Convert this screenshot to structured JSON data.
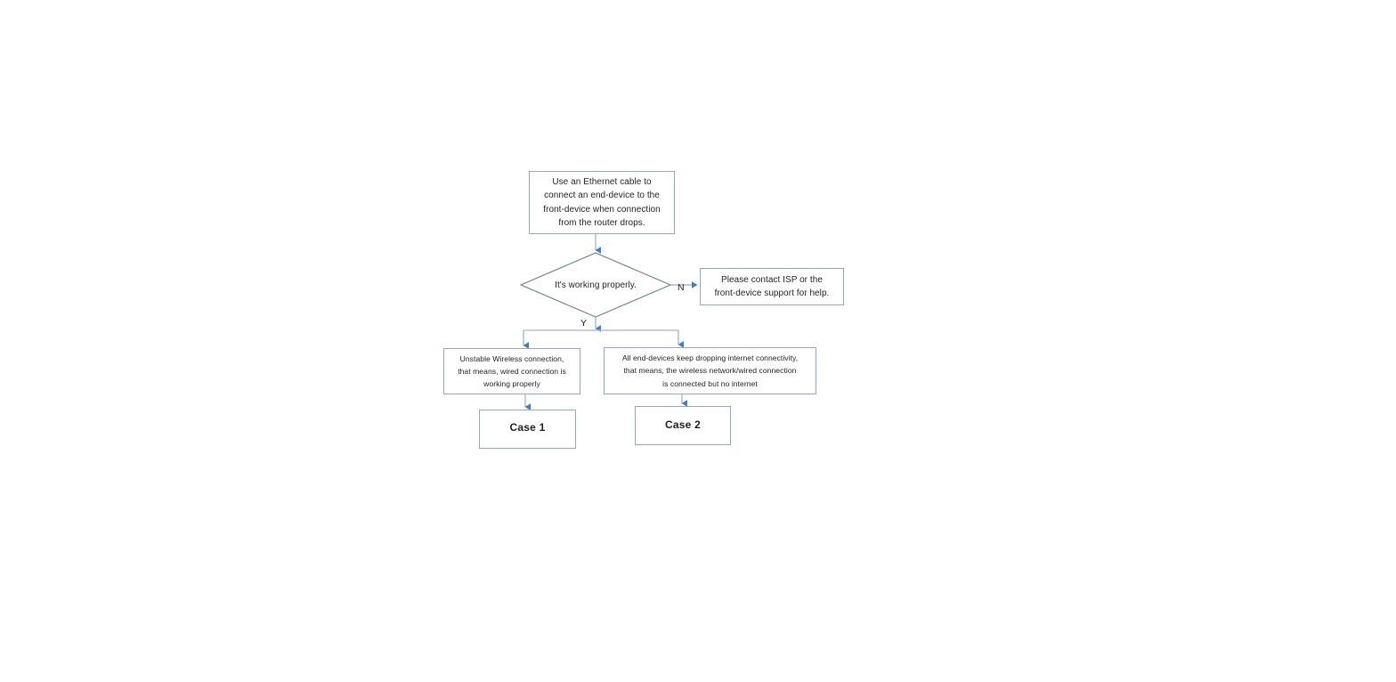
{
  "diagram": {
    "title": "Ethernet connection troubleshooting flowchart",
    "type": "flowchart",
    "colors": {
      "box_border": "#93a9bd",
      "connector": "#6f94b5",
      "arrow_fill": "#3f7fc1",
      "text": "#231f20",
      "background": "#ffffff"
    },
    "nodes": [
      {
        "id": "start",
        "shape": "rectangle",
        "text": "Use an Ethernet cable to\nconnect an end-device to the\nfront-device when connection\nfrom the router drops."
      },
      {
        "id": "decision",
        "shape": "diamond",
        "text": "It's working properly."
      },
      {
        "id": "isp",
        "shape": "rectangle",
        "text": "Please contact ISP or the\nfront-device support for help."
      },
      {
        "id": "left_outcome",
        "shape": "rectangle",
        "text": "Unstable Wireless connection,\nthat means, wired connection is\nworking properly"
      },
      {
        "id": "right_outcome",
        "shape": "rectangle",
        "text": "All end-devices keep dropping internet connectivity,\nthat means, the wireless network/wired connection\nis connected but no internet"
      },
      {
        "id": "case1",
        "shape": "rectangle",
        "text": "Case 1"
      },
      {
        "id": "case2",
        "shape": "rectangle",
        "text": "Case 2"
      }
    ],
    "edge_labels": {
      "no": "N",
      "yes": "Y"
    }
  }
}
